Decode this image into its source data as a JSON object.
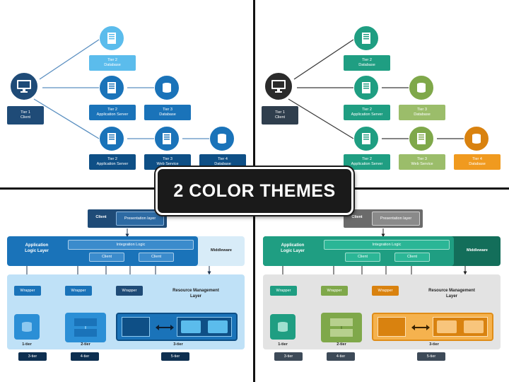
{
  "banner": "2 COLOR THEMES",
  "colors": {
    "blue_light": "#5bbcec",
    "blue_mid": "#1a73b9",
    "blue_dark": "#0e4f86",
    "blue_navy": "#1f4b77",
    "teal": "#1f9e82",
    "teal_dark": "#136e5a",
    "green": "#7fa84a",
    "orange": "#f09a1f",
    "slate": "#2f3e4d",
    "gray": "#6b6b6b"
  },
  "icons": [
    "computer-icon",
    "server-icon",
    "database-icon",
    "arrow-icon"
  ],
  "tiers_blue": {
    "client": "Tier 1\nClient",
    "t2_db": "Tier 2\nDatabase",
    "t2_app1": "Tier 2\nApplication Server",
    "t3_db": "Tier 3\nDatabase",
    "t2_app2": "Tier 2\nApplication Server",
    "t3_web": "Tier 3\nWeb Service",
    "t4_db": "Tier 4\nDatabase"
  },
  "tiers_color": {
    "client": "Tier 1\nClient",
    "t2_db": "Tier 2\nDatabase",
    "t2_app1": "Tier 2\nApplication Server",
    "t3_db": "Tier 3\nDatabase",
    "t2_app2": "Tier 2\nApplication Server",
    "t3_web": "Tier 3\nWeb Service",
    "t4_db": "Tier 4\nDatabase"
  },
  "arch_blue": {
    "client": "Client",
    "presentation": "Presentation layer",
    "app_logic": "Application\nLogic Layer",
    "integration": "Integration Logic",
    "client_a": "Client",
    "client_b": "Client",
    "middleware": "Middleware",
    "wrapper1": "Wrapper",
    "wrapper2": "Wrapper",
    "wrapper3": "Wrapper",
    "resource": "Resource Management\nLayer",
    "tier1": "1-tier",
    "tier2": "2-tier",
    "tier3": "3-tier",
    "b_3tier": "3-tier",
    "b_4tier": "4-tier",
    "b_5tier": "5-tier"
  },
  "arch_color": {
    "client": "Client",
    "presentation": "Presentation layer",
    "app_logic": "Application\nLogic Layer",
    "integration": "Integration Logic",
    "client_a": "Client",
    "client_b": "Client",
    "middleware": "Middleware",
    "wrapper1": "Wrapper",
    "wrapper2": "Wrapper",
    "wrapper3": "Wrapper",
    "resource": "Resource Management\nLayer",
    "tier1": "1-tier",
    "tier2": "2-tier",
    "tier3": "3-tier",
    "b_3tier": "3-tier",
    "b_4tier": "4-tier",
    "b_5tier": "5-tier"
  }
}
